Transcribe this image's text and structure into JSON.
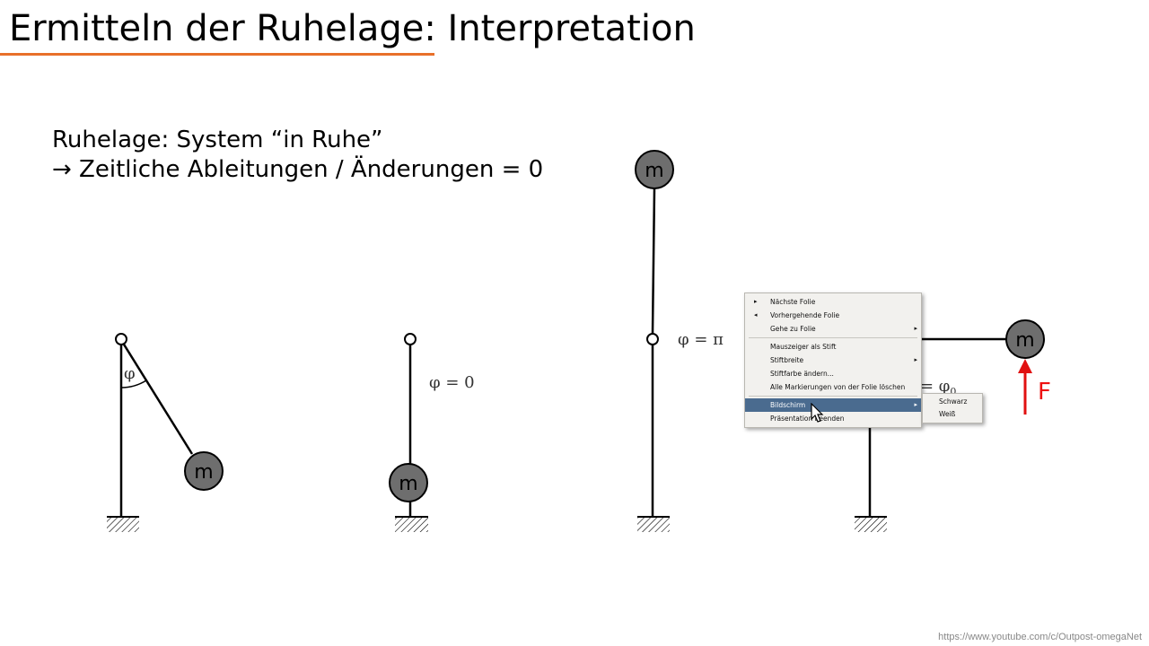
{
  "slide": {
    "title": "Ermitteln der Ruhelage: Interpretation",
    "intro_line1": "Ruhelage: System “in Ruhe”",
    "intro_line2": "→ Zeitliche Ableitungen / Änderungen = 0",
    "watermark": "https://www.youtube.com/c/Outpost-omegaNet"
  },
  "diagrams": {
    "mass_label": "m",
    "angle_phi": "φ",
    "phi_zero": "φ = 0",
    "phi_pi": "φ = π",
    "phi_zero_sub": "= φ",
    "phi_zero_subscript": "0",
    "force_label": "F",
    "accent_color": "#e8702a",
    "force_color": "#e11111",
    "mass_color": "#6e6e6e"
  },
  "context_menu": {
    "items": [
      {
        "label": "Nächste Folie",
        "lead": "▸"
      },
      {
        "label": "Vorhergehende Folie",
        "lead": "◂"
      },
      {
        "label": "Gehe zu Folie",
        "arrow": "▸"
      },
      {
        "label": "Mauszeiger als Stift"
      },
      {
        "label": "Stiftbreite",
        "arrow": "▸"
      },
      {
        "label": "Stiftfarbe ändern..."
      },
      {
        "label": "Alle Markierungen von der Folie löschen"
      },
      {
        "label": "Bildschirm",
        "arrow": "▸"
      },
      {
        "label": "Präsentation beenden"
      }
    ],
    "submenu": [
      {
        "label": "Schwarz"
      },
      {
        "label": "Weiß"
      }
    ]
  }
}
